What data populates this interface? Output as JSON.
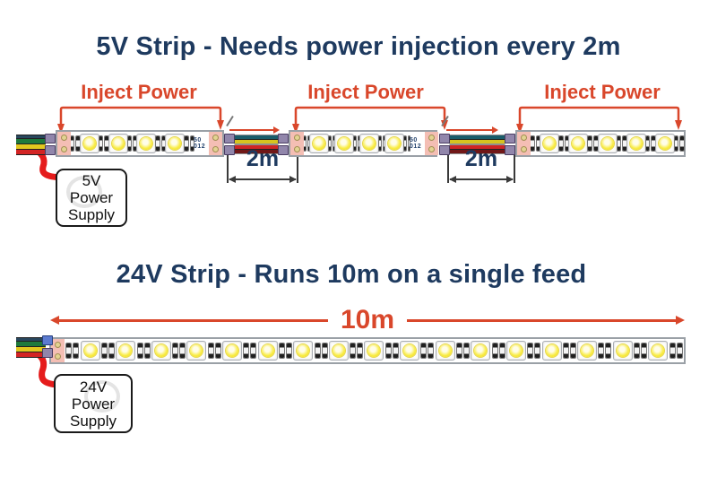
{
  "colors": {
    "heading": "#1e3a5f",
    "accent_red": "#d9472b",
    "wire_red": "#e51c1c",
    "pad_pink": "#f4beb4",
    "led_yellow": "#f9ec45"
  },
  "top": {
    "title": "5V Strip - Needs power injection every 2m",
    "inject_labels": [
      "Inject Power",
      "Inject Power",
      "Inject Power"
    ],
    "gap_labels": [
      "2m",
      "2m"
    ],
    "pcb_marking": [
      "50",
      "012"
    ],
    "psu_lines": [
      "5V",
      "Power",
      "Supply"
    ]
  },
  "bottom": {
    "title": "24V Strip - Runs 10m on a single feed",
    "length_label": "10m",
    "psu_lines": [
      "24V",
      "Power",
      "Supply"
    ]
  },
  "strips": {
    "seg1": {
      "leds": 4,
      "marking": true,
      "right_pad": true
    },
    "seg2": {
      "leds": 4,
      "marking": true,
      "right_pad": true
    },
    "seg3": {
      "leds": 5,
      "marking": false,
      "right_pad": false
    },
    "long": {
      "leds": 17,
      "marking": false,
      "right_pad": false
    }
  }
}
